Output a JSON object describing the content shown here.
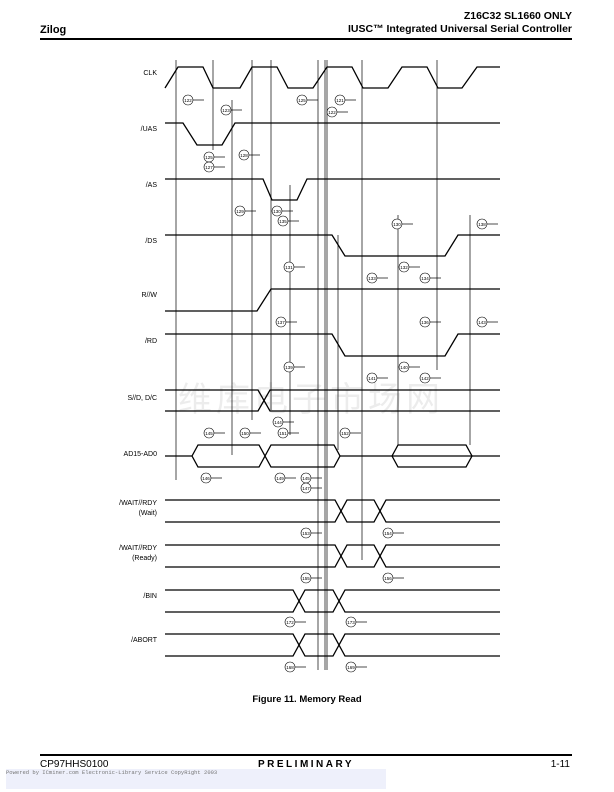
{
  "header": {
    "brand": "Zilog",
    "part": "Z16C32 SL1660 ONLY",
    "title": "IUSC™ Integrated Universal Serial Controller"
  },
  "signals": [
    "CLK",
    "/UAS",
    "/AS",
    "/DS",
    "R//W",
    "/RD",
    "S//D, D/C",
    "AD15-AD0",
    "/WAIT//RDY",
    "(Wait)",
    "/WAIT//RDY",
    "(Ready)",
    "/BIN",
    "/ABORT"
  ],
  "timing_params": [
    "122",
    "123",
    "125",
    "121",
    "122",
    "125",
    "128",
    "127",
    "129",
    "130",
    "135",
    "130",
    "131",
    "132",
    "133",
    "134",
    "136",
    "138",
    "137",
    "139",
    "140",
    "141",
    "142",
    "143",
    "144",
    "145",
    "150",
    "151",
    "152",
    "146",
    "149",
    "145",
    "147",
    "153",
    "154",
    "155",
    "156",
    "172",
    "173",
    "168",
    "169"
  ],
  "watermark": "维库电子市场网",
  "caption": "Figure 11.  Memory Read",
  "footer": {
    "doc": "CP97HHS0100",
    "status": "PRELIMINARY",
    "page": "1-11",
    "powered": "Powered by ICminer.com Electronic-Library Service CopyRight 2003"
  }
}
